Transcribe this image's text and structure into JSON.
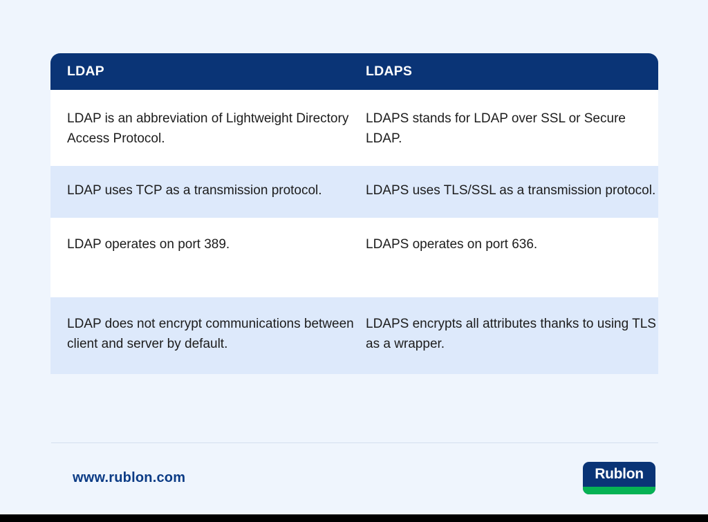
{
  "page": {
    "background_color": "#eff5fd",
    "bottom_strip_color": "#000000"
  },
  "table": {
    "header_background": "#0a3476",
    "row_alt_background": "#dde9fb",
    "columns": [
      {
        "label": "LDAP"
      },
      {
        "label": "LDAPS"
      }
    ],
    "rows": [
      {
        "shade": "white",
        "cells": [
          "LDAP is an abbreviation of Lightweight Directory Access Protocol.",
          "LDAPS stands for LDAP over SSL or Secure LDAP."
        ]
      },
      {
        "shade": "blue",
        "cells": [
          "LDAP uses TCP as a transmission protocol.",
          "LDAPS uses TLS/SSL as a transmission protocol."
        ]
      },
      {
        "shade": "white",
        "cells": [
          "LDAP operates on port 389.",
          "LDAPS operates on port 636."
        ]
      },
      {
        "shade": "blue",
        "cells": [
          "LDAP does not encrypt communications between client and server by default.",
          "LDAPS encrypts all attributes thanks to using TLS as a wrapper."
        ]
      }
    ]
  },
  "footer": {
    "url": "www.rublon.com",
    "url_color": "#0b3b85",
    "logo": {
      "text": "Rublon",
      "background_color": "#0a3476",
      "accent_color": "#06b254"
    }
  }
}
